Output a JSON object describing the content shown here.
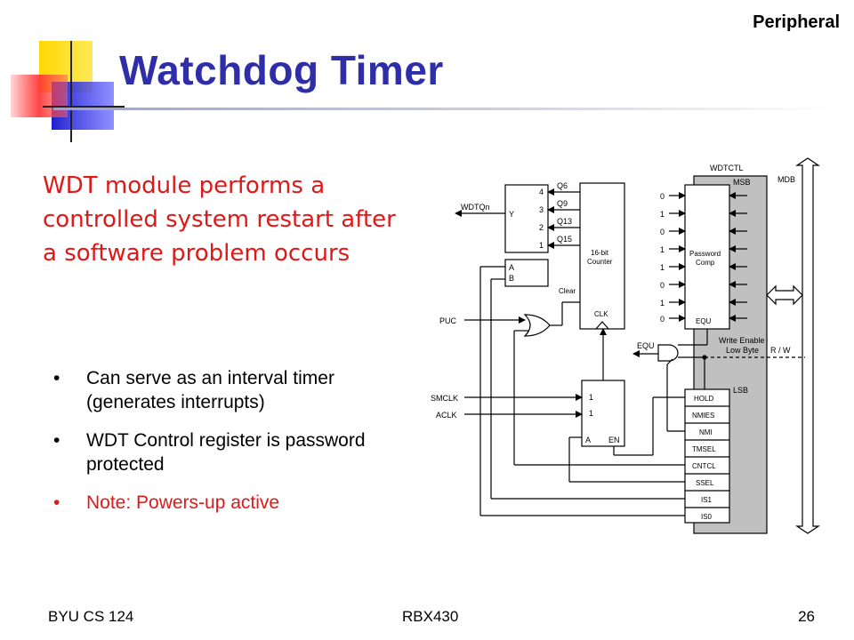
{
  "header": {
    "section_tag": "Peripheral",
    "title": "Watchdog Timer"
  },
  "intro": "WDT module performs a controlled system restart after a software problem occurs",
  "bullets": [
    {
      "text": "Can serve as an interval timer (generates interrupts)"
    },
    {
      "text": "WDT Control register is password protected"
    },
    {
      "text": "Note: Powers-up active",
      "color": "#e01818"
    }
  ],
  "colors": {
    "title": "#2e2ea8",
    "intro_text": "#e01818",
    "register_fill": "#c0c0c0"
  },
  "diagram": {
    "signals": {
      "wdtqn": "WDTQn",
      "puc": "PUC",
      "smclk": "SMCLK",
      "aclk": "ACLK",
      "equ": "EQU"
    },
    "mux": {
      "y": "Y",
      "inputs": [
        "4",
        "3",
        "2",
        "1"
      ],
      "sel_a": "A",
      "sel_b": "B"
    },
    "taps": [
      "Q6",
      "Q9",
      "Q13",
      "Q15"
    ],
    "counter": {
      "label_line1": "16-bit",
      "label_line2": "Counter",
      "clear": "Clear",
      "clk": "CLK"
    },
    "clk_mux": {
      "in1": "1",
      "in2": "1",
      "a": "A",
      "en": "EN"
    },
    "register": {
      "title": "WDTCTL",
      "msb": "MSB",
      "lsb": "LSB",
      "mdb": "MDB",
      "password_bits": [
        "0",
        "1",
        "0",
        "1",
        "1",
        "0",
        "1",
        "0"
      ],
      "comp_line1": "Password",
      "comp_line2": "Comp",
      "equ": "EQU",
      "write_enable_line1": "Write Enable",
      "write_enable_line2": "Low Byte",
      "rw": "R / W",
      "bits": [
        "HOLD",
        "NMIES",
        "NMI",
        "TMSEL",
        "CNTCL",
        "SSEL",
        "IS1",
        "IS0"
      ]
    }
  },
  "footer": {
    "left": "BYU CS 124",
    "center": "RBX430",
    "page": "26"
  }
}
